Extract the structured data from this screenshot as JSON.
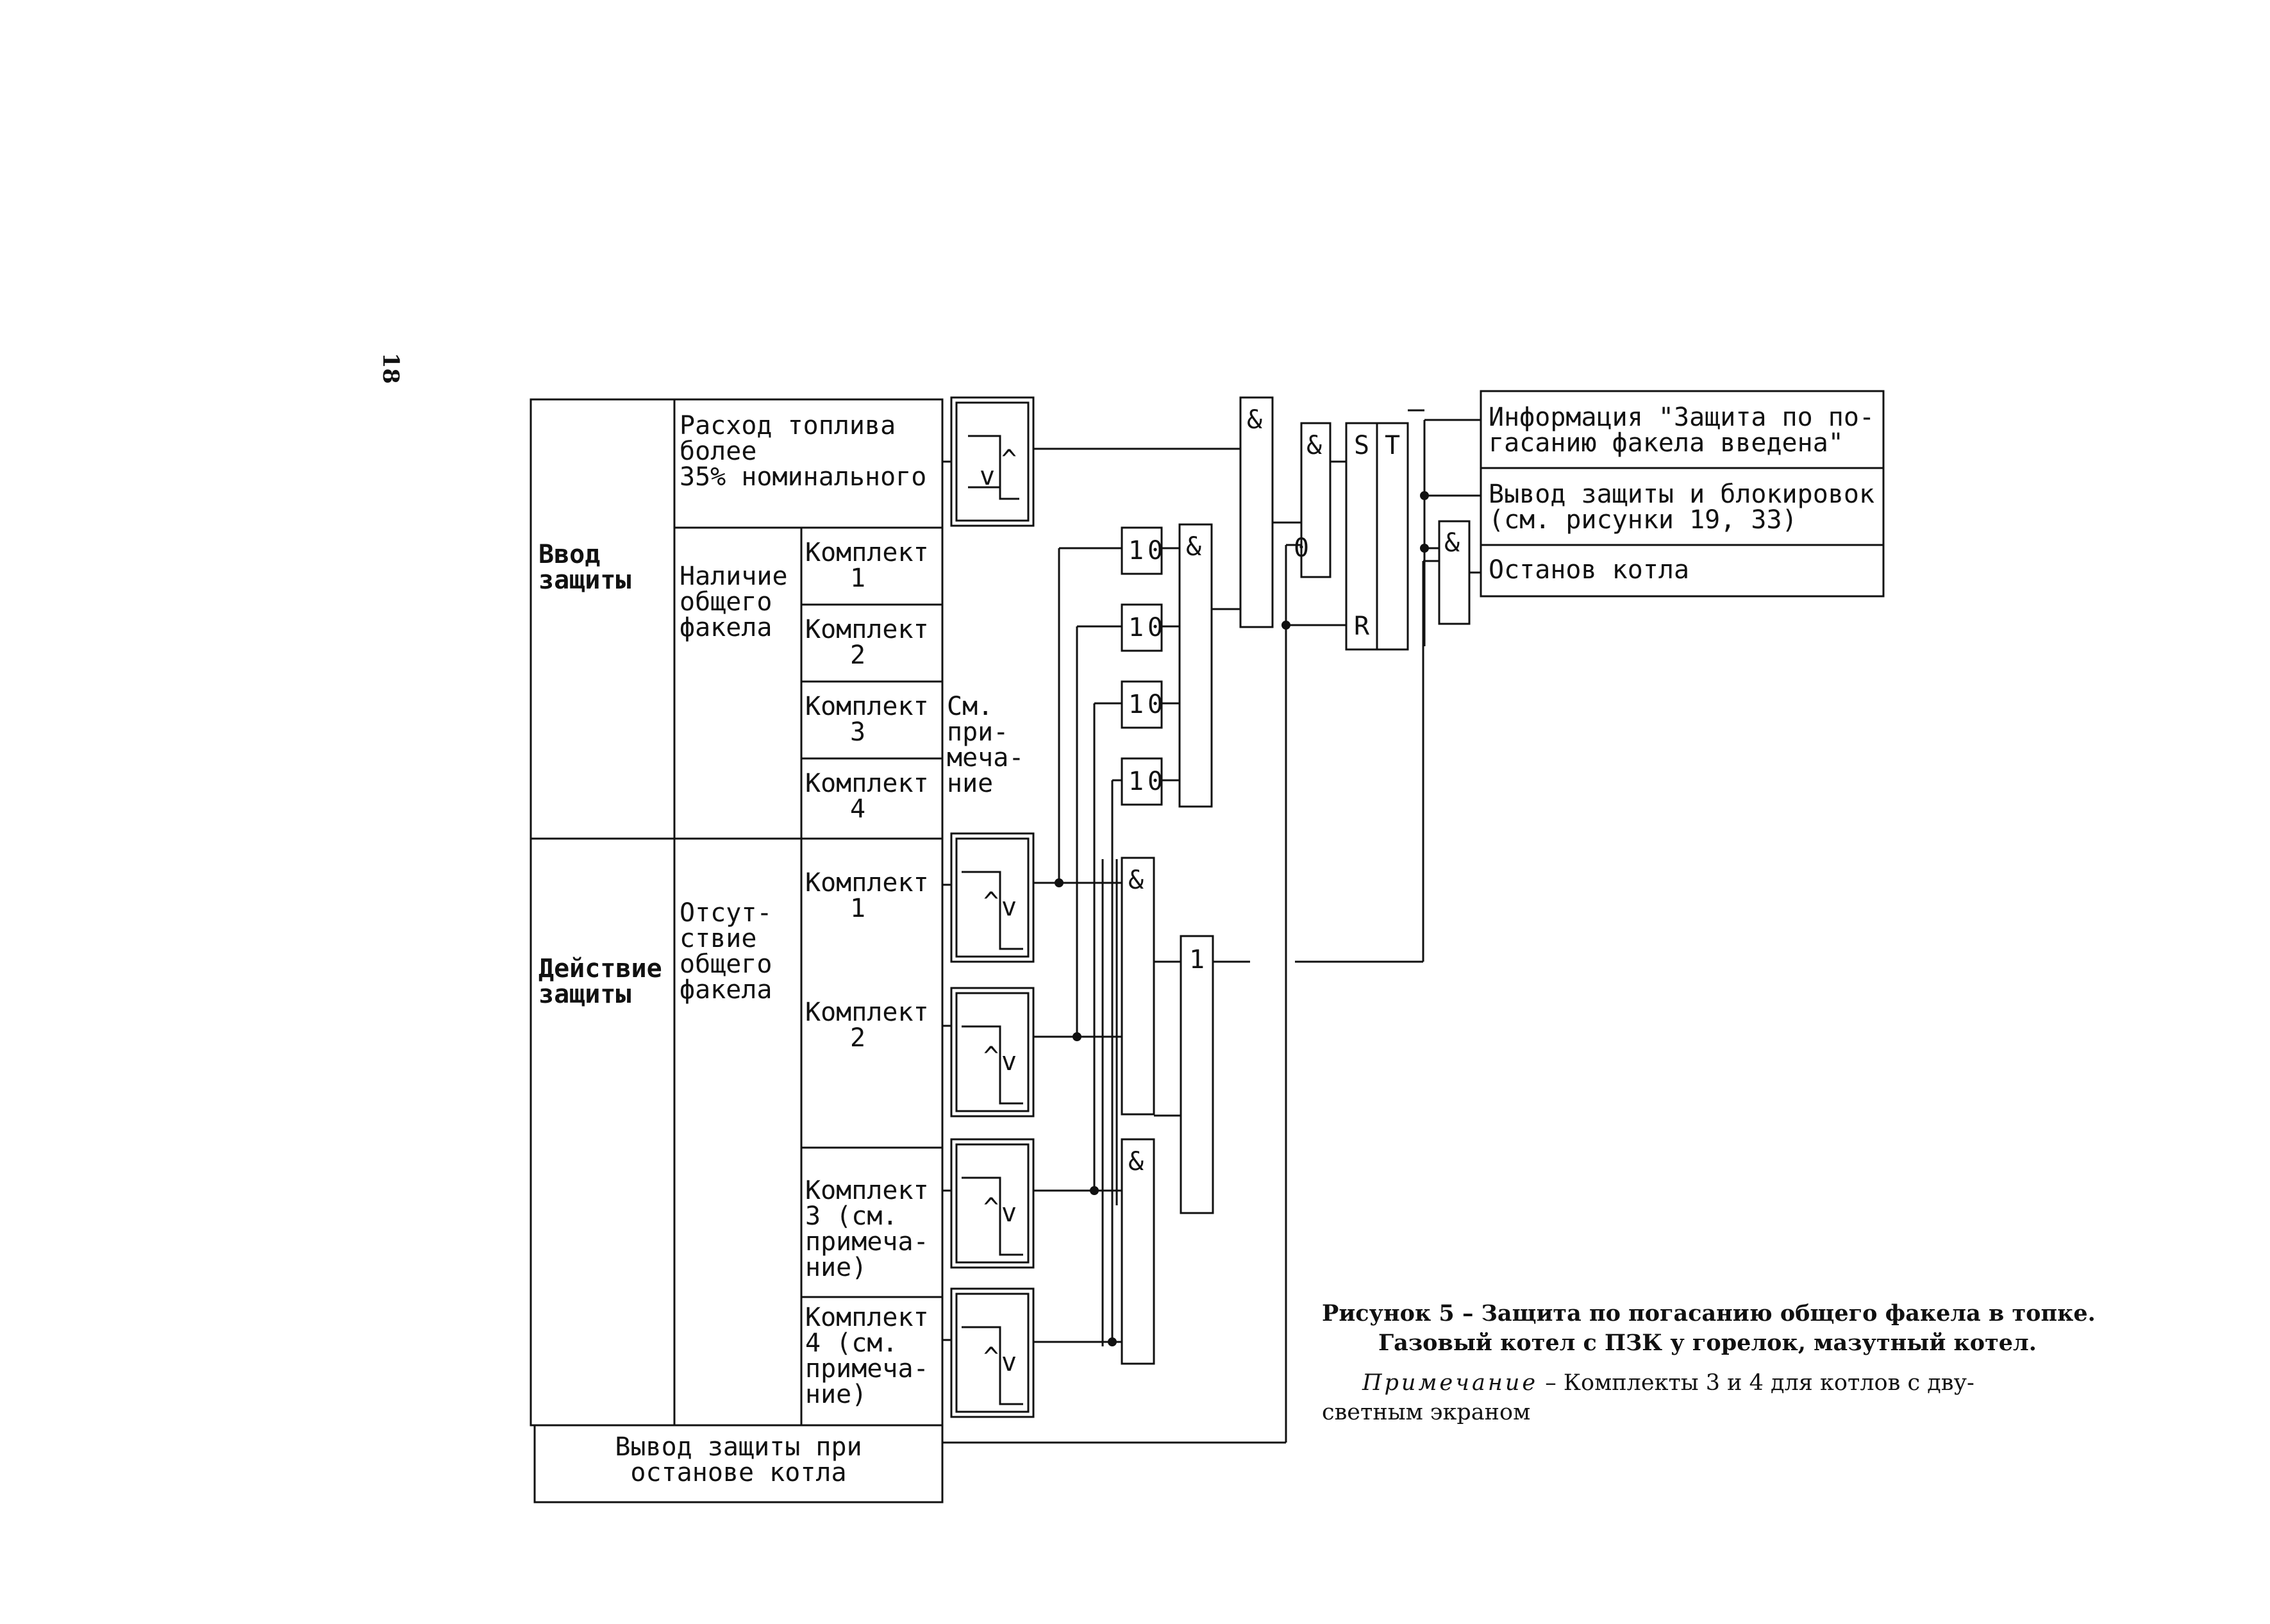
{
  "page_number": "18",
  "table": {
    "vvod": [
      "Ввод",
      "защиты"
    ],
    "deistvie": [
      "Действие",
      "защиты"
    ],
    "rashod": [
      "Расход топлива",
      "более",
      "35% номинального"
    ],
    "nalichie": [
      "Наличие",
      "общего",
      "факела"
    ],
    "otsutstvie": [
      "Отсут-",
      "ствие",
      "общего",
      "факела"
    ],
    "komplekt_word": "Комплект",
    "komplekt_nums": [
      "1",
      "2",
      "3",
      "4"
    ],
    "k3_lines": [
      "Комплект",
      "3 (см.",
      "примеча-",
      "ние)"
    ],
    "k4_lines": [
      "Комплект",
      "4 (см.",
      "примеча-",
      "ние)"
    ],
    "sm_primechanie": [
      "См.",
      "при-",
      "меча-",
      "ние"
    ],
    "vyvod_ostanov": [
      "Вывод защиты при",
      "останове котла"
    ]
  },
  "logic": {
    "and_symbol": "&",
    "or_symbol": "1",
    "not_output": "0",
    "s": "S",
    "t": "T",
    "r": "R",
    "gt": "^",
    "lt": "v"
  },
  "outputs": [
    [
      "Информация \"Защита по по-",
      "гасанию факела введена\""
    ],
    [
      "Вывод защиты и блокировок",
      "(см. рисунки 19, 33)"
    ],
    [
      "Останов котла"
    ]
  ],
  "caption": {
    "title_bold": "Рисунок 5",
    "title_rest": " – Защита по погасанию общего факела в топке.",
    "line2": "Газовый котел с ПЗК у горелок, мазутный котел.",
    "note_label": "Примечание",
    "note_text": " – Комплекты 3 и 4 для котлов с дву-",
    "note_line2": "светным экраном"
  }
}
